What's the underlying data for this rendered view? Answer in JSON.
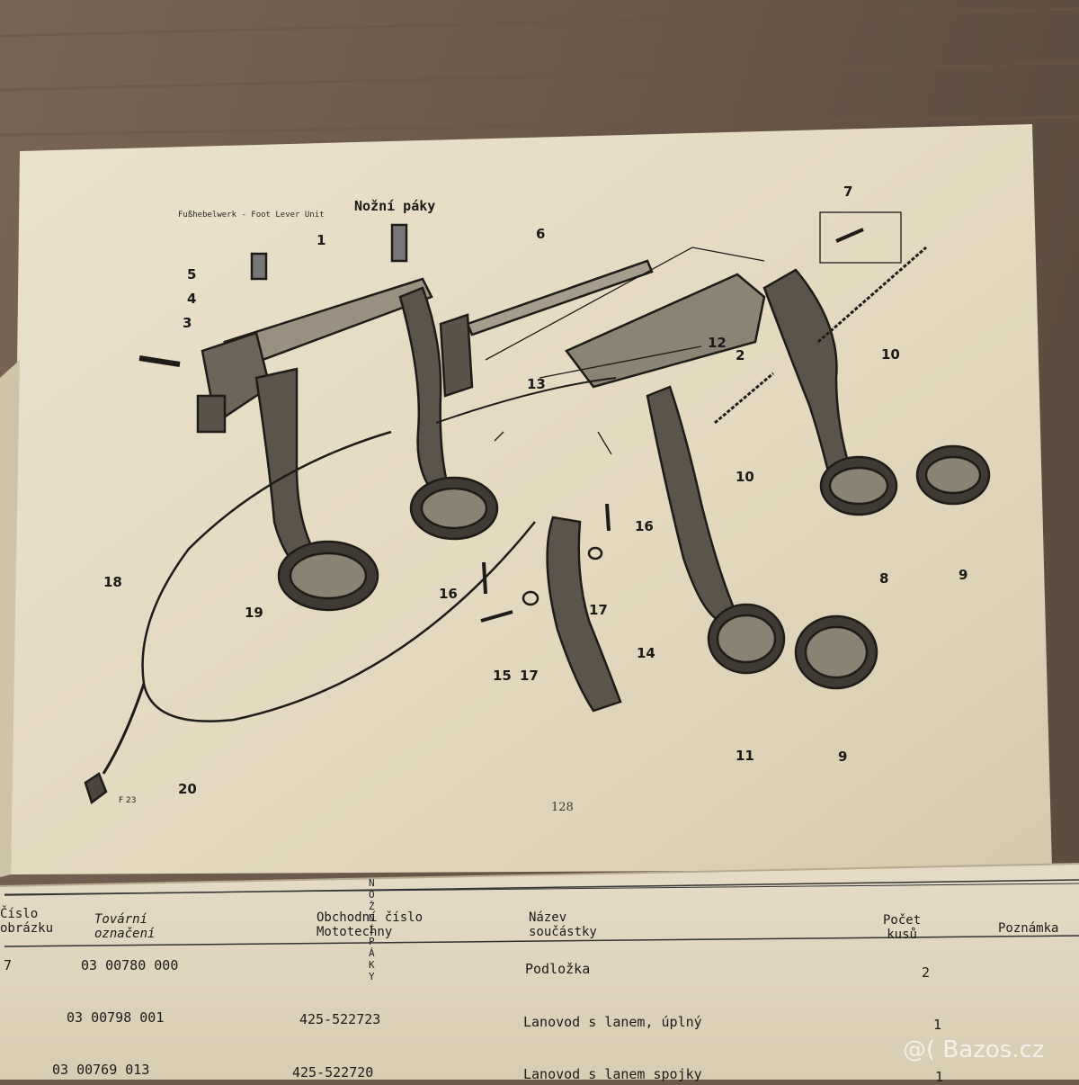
{
  "header": {
    "subtitle": "Fußhebelwerk - Foot Lever Unit",
    "title": "Nožní páky"
  },
  "callouts": [
    "1",
    "2",
    "3",
    "4",
    "5",
    "6",
    "7",
    "8",
    "9",
    "9",
    "10",
    "10",
    "11",
    "12",
    "13",
    "14",
    "15",
    "16",
    "16",
    "17",
    "17",
    "17",
    "18",
    "19",
    "20"
  ],
  "figure_ref": "F 23",
  "page_number": "128",
  "table": {
    "banner": "N O Ž N Í   P Á K Y",
    "columns": {
      "col1": "Číslo\nobrázku",
      "col2": "Tovární\noznačení",
      "col3": "Obchodní číslo\nMototechny",
      "col4": "Název\nsoučástky",
      "col5": "Počet\nkusů",
      "col6": "Poznámka"
    },
    "rows": [
      {
        "num": "7",
        "factory": "03 00780 000",
        "trade": "",
        "name": "Podložka",
        "qty": "2"
      },
      {
        "num": "",
        "factory": "03 00798 001",
        "trade": "425-522723",
        "name": "Lanovod s lanem, úplný",
        "qty": "1"
      },
      {
        "num": "",
        "factory": "03 00769 013",
        "trade": "425-522720",
        "name": "Lanovod s lanem spojky",
        "qty": "1"
      }
    ]
  },
  "watermark": "@( Bazos.cz"
}
